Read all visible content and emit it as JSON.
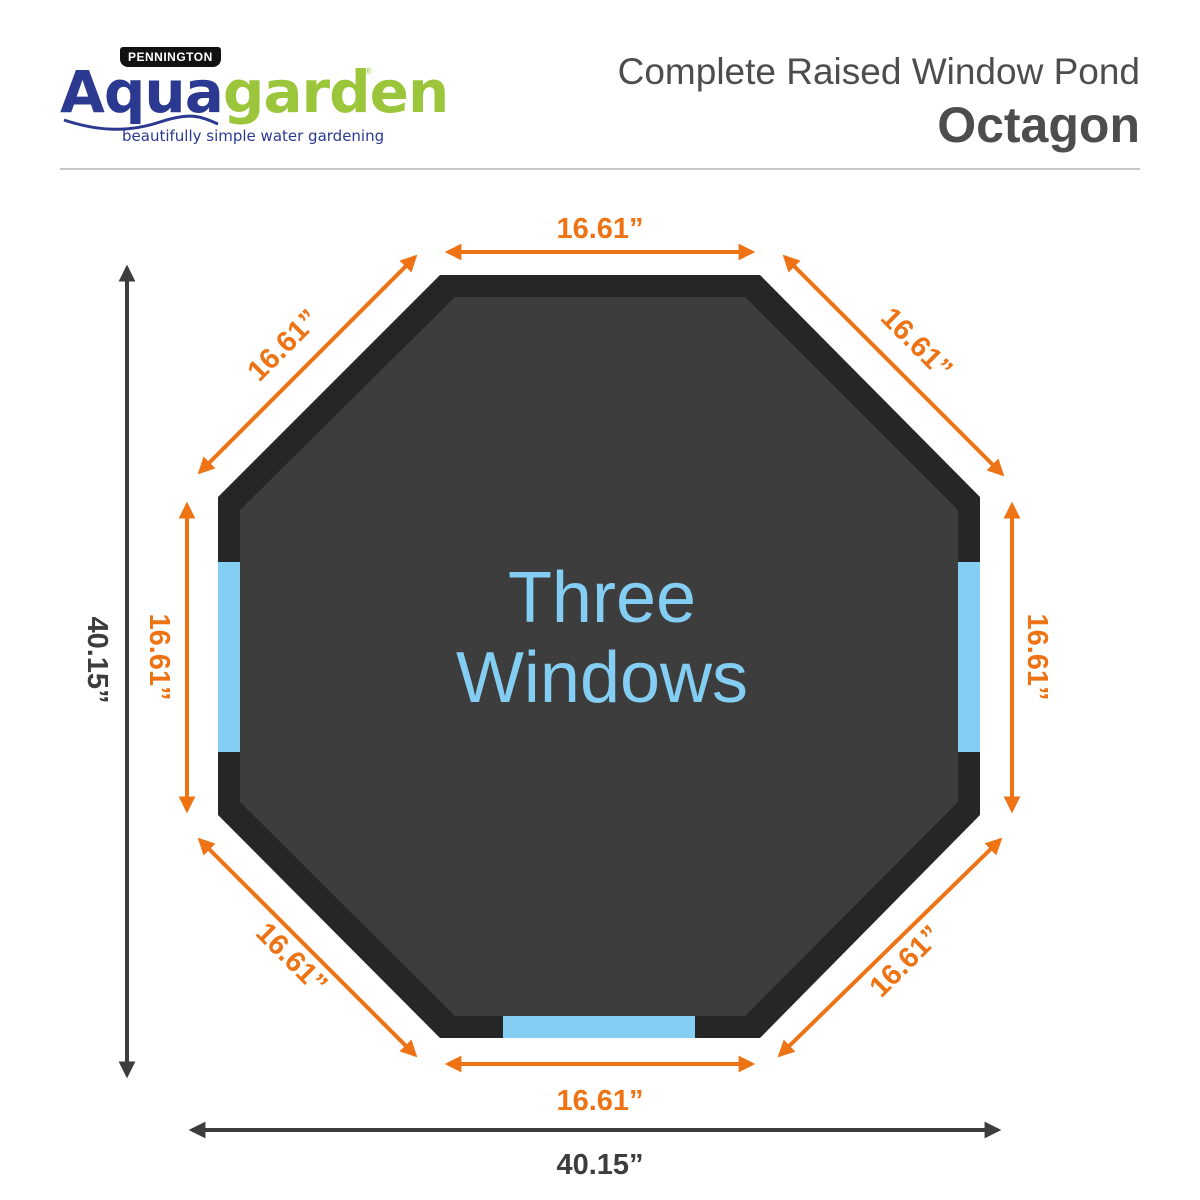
{
  "header": {
    "logo": {
      "badge": "PENNINGTON",
      "brand_part1": "Aqua",
      "brand_part2": "garden",
      "registered": "®",
      "tagline": "beautifully simple water gardening",
      "colors": {
        "aqua": "#2b3990",
        "garden": "#9bc63b"
      }
    },
    "subtitle": "Complete Raised Window Pond",
    "title": "Octagon"
  },
  "diagram": {
    "shape": "octagon",
    "center_label_line1": "Three",
    "center_label_line2": "Windows",
    "window_count": 3,
    "window_positions": [
      "left",
      "right",
      "bottom"
    ],
    "side_dimensions": {
      "top": "16.61”",
      "top_right": "16.61”",
      "right": "16.61”",
      "bottom_right": "16.61”",
      "bottom": "16.61”",
      "bottom_left": "16.61”",
      "left": "16.61”",
      "top_left": "16.61”"
    },
    "overall_height": "40.15”",
    "overall_width": "40.15”",
    "colors": {
      "frame": "#262626",
      "interior": "#3d3d3d",
      "window": "#85cef3",
      "side_dimension": "#ee7314",
      "overall_dimension": "#3d3d3d",
      "center_text": "#85cef3"
    }
  }
}
